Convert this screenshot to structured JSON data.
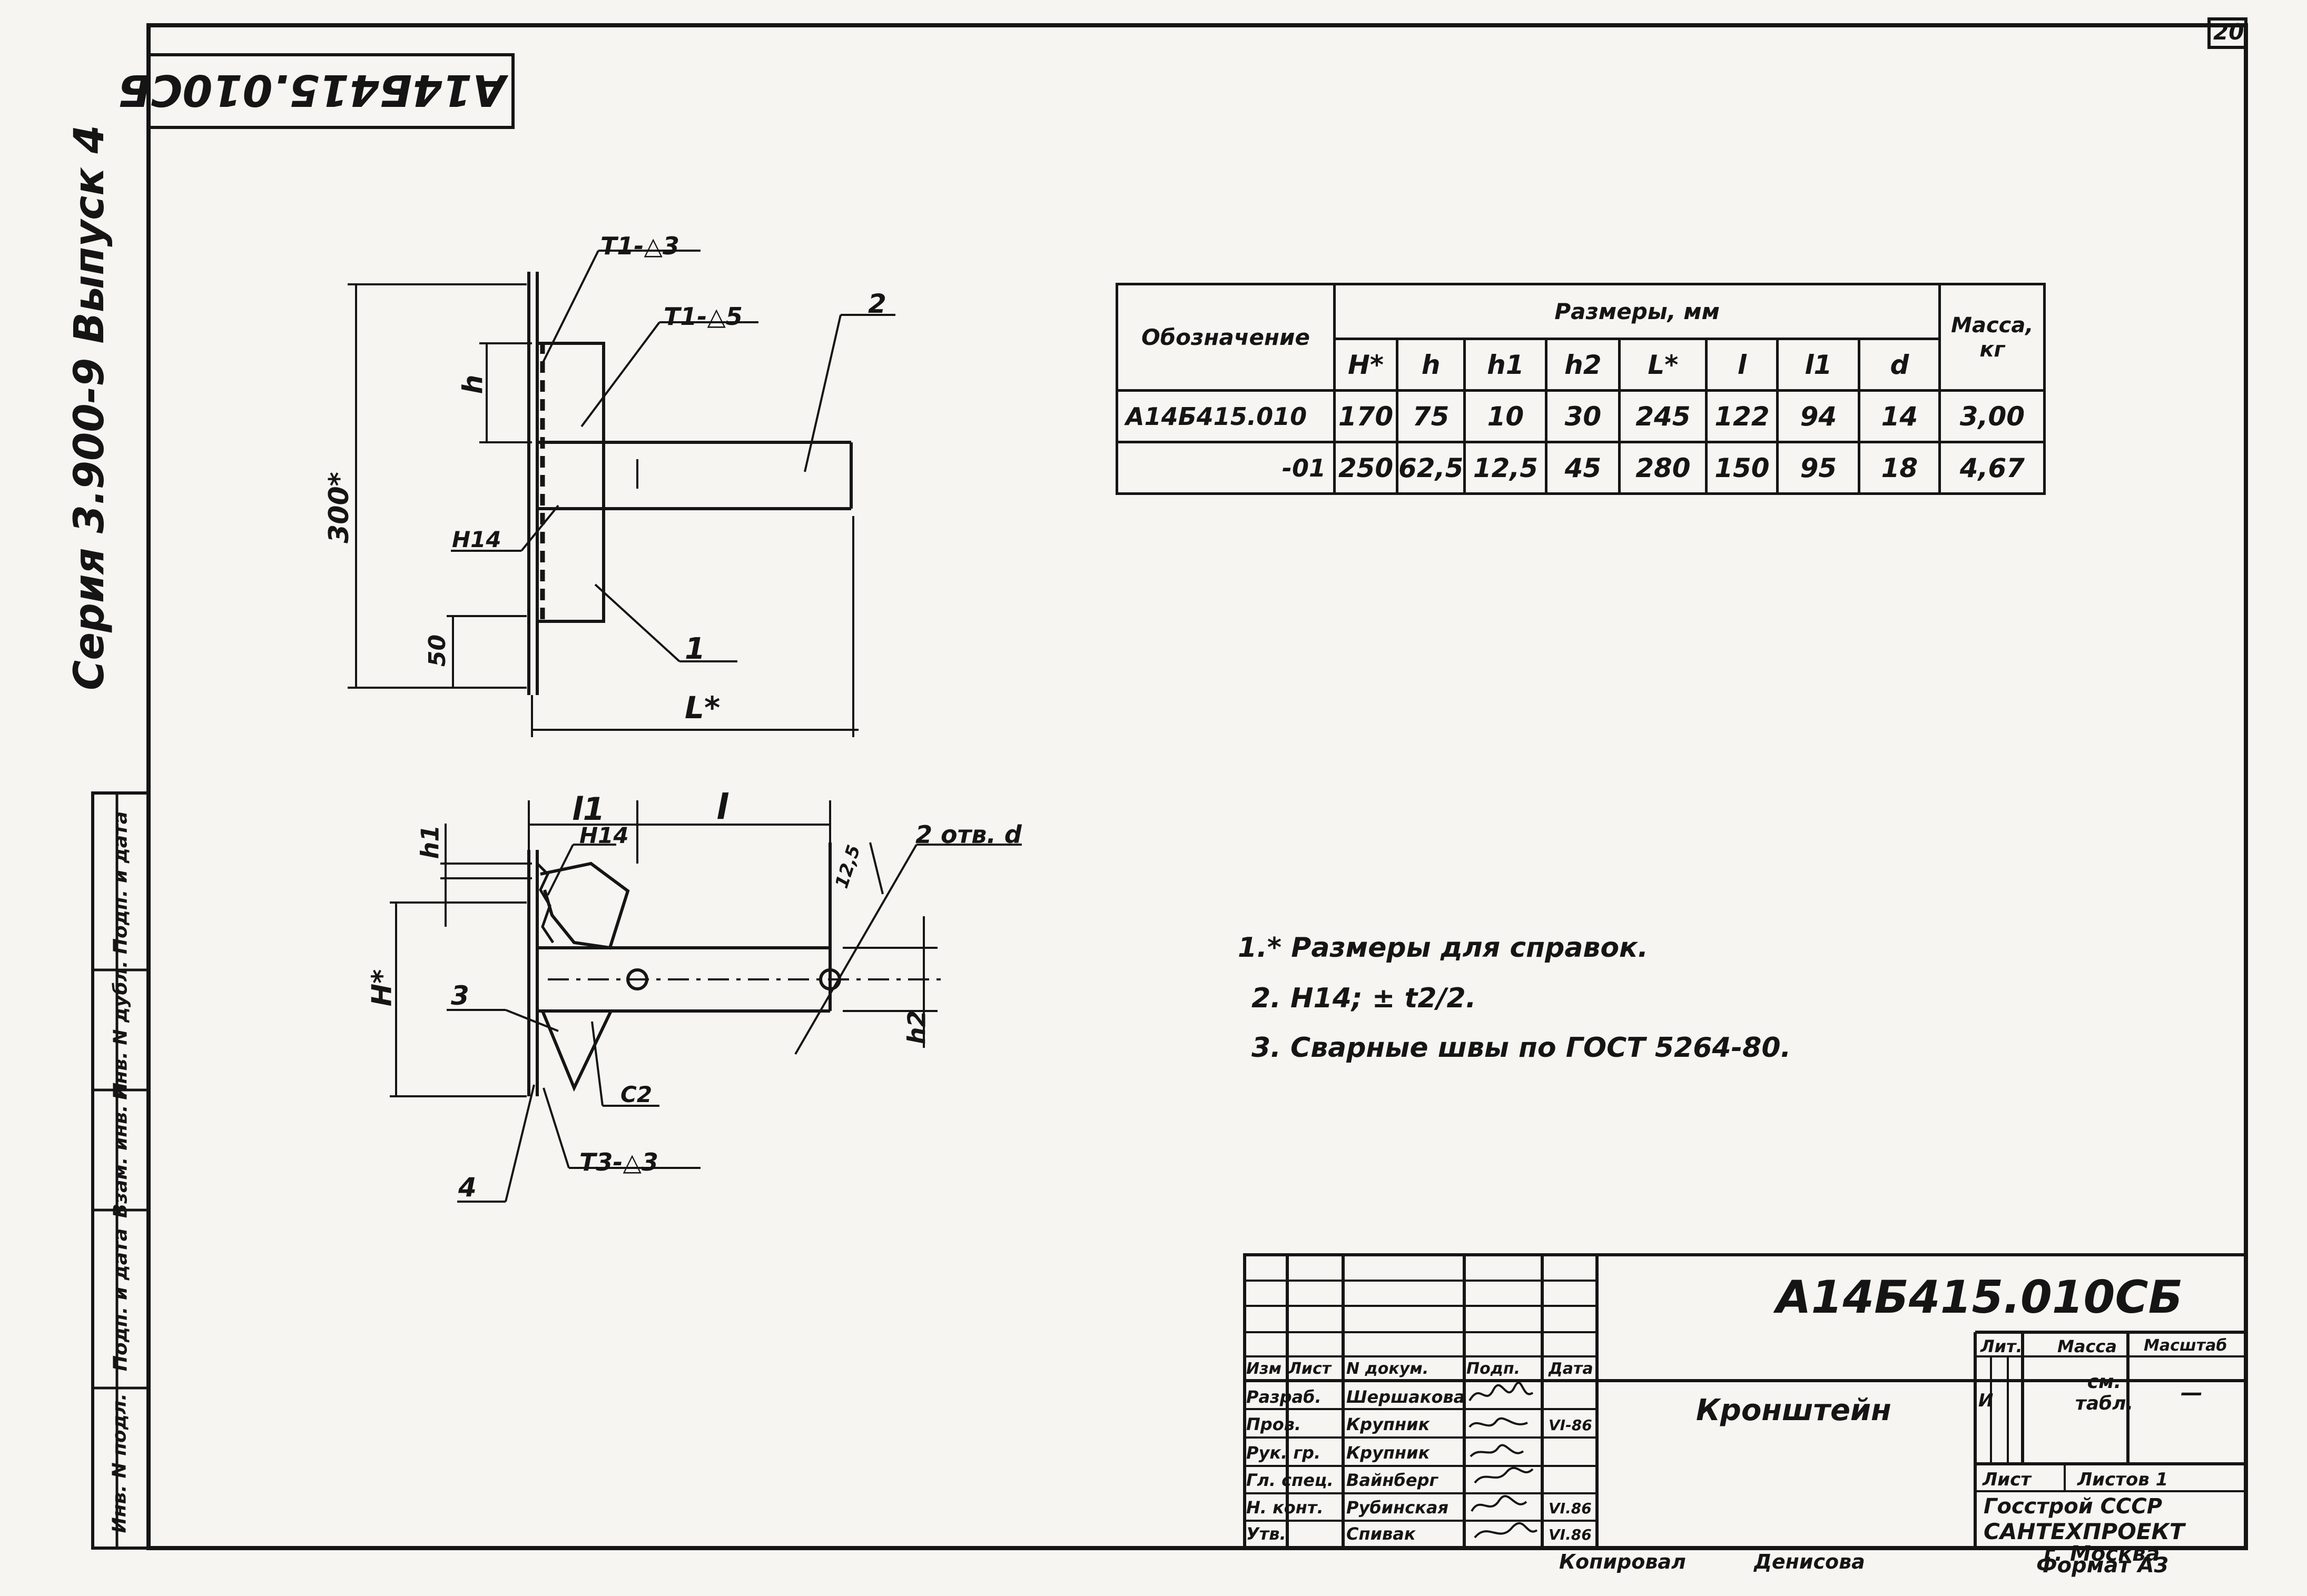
{
  "page_number": "20",
  "stamp_code": "А14Б415.010СБ",
  "series_side": "Серия 3.900-9 Выпуск 4",
  "drawing_labels": {
    "weld_t1_3": "Т1-△3",
    "weld_t1_5": "Т1-△5",
    "pos_2": "2",
    "pos_1": "1",
    "pos_3": "3",
    "pos_4": "4",
    "dim_h": "h",
    "dim_300": "300*",
    "dim_50": "50",
    "dim_h1_tol": "Н14",
    "dim_L": "L*",
    "dim_l1": "l1",
    "dim_l": "l",
    "dim_h1": "h1",
    "dim_H": "H*",
    "dim_h2": "h2",
    "holes": "2 отв. d",
    "roughness": "12,5",
    "weld_c2": "С2",
    "weld_t3_3": "Т3-△3"
  },
  "table": {
    "designation_header": "Обозначение",
    "sizes_header": "Размеры, мм",
    "mass_header": "Масса, кг",
    "columns": [
      "H*",
      "h",
      "h1",
      "h2",
      "L*",
      "l",
      "l1",
      "d"
    ],
    "rows": [
      {
        "designation": "А14Б415.010",
        "values": [
          "170",
          "75",
          "10",
          "30",
          "245",
          "122",
          "94",
          "14"
        ],
        "mass": "3,00"
      },
      {
        "designation": "-01",
        "values": [
          "250",
          "62,5",
          "12,5",
          "45",
          "280",
          "150",
          "95",
          "18"
        ],
        "mass": "4,67"
      }
    ]
  },
  "notes": [
    "1.* Размеры для справок.",
    "2. Н14; ± t2/2.",
    "3. Сварные швы по ГОСТ 5264-80."
  ],
  "side_strip": [
    "Инв. N подл.",
    "Подп. и дата",
    "Взам. инв. N",
    "Инв. N дубл.",
    "Подп. и дата"
  ],
  "title_block": {
    "code": "А14Б415.010СБ",
    "name": "Кронштейн",
    "header_cols": [
      "Изм",
      "Лист",
      "N докум.",
      "Подп.",
      "Дата"
    ],
    "people": [
      {
        "role": "Разраб.",
        "name": "Шершакова",
        "date": ""
      },
      {
        "role": "Пров.",
        "name": "Крупник",
        "date": "VI-86"
      },
      {
        "role": "Рук. гр.",
        "name": "Крупник",
        "date": ""
      },
      {
        "role": "Гл. спец.",
        "name": "Вайнберг",
        "date": ""
      },
      {
        "role": "Н. конт.",
        "name": "Рубинская",
        "date": "VI.86"
      },
      {
        "role": "Утв.",
        "name": "Спивак",
        "date": "VI.86"
      }
    ],
    "lit_label": "Лит.",
    "lit_value": "И",
    "mass_label": "Масса",
    "mass_value": "см. табл.",
    "scale_label": "Масштаб",
    "scale_value": "—",
    "sheet_label": "Лист",
    "sheets_label": "Листов 1",
    "org_line1": "Госстрой СССР",
    "org_line2": "САНТЕХПРОЕКТ",
    "org_line3": "г. Москва"
  },
  "copied": "Копировал",
  "copied_name": "Денисова",
  "format": "Формат А3"
}
